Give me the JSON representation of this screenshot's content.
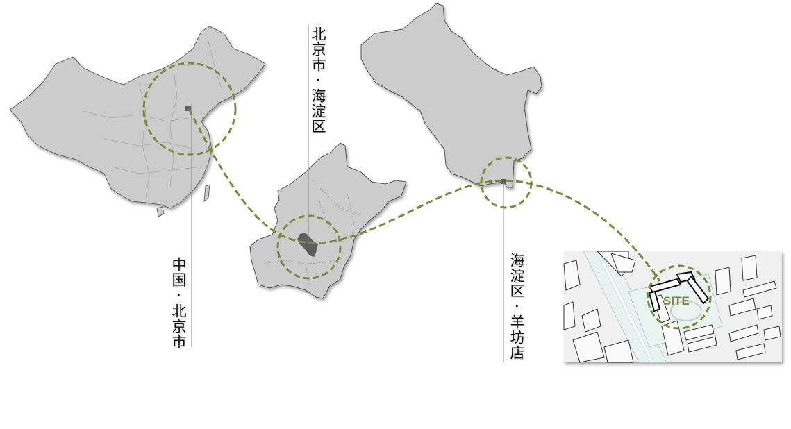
{
  "labels": {
    "china": "中国 · 北京市",
    "beijing": "北京市 · 海淀区",
    "haidian": "海淀区 · 羊坊店",
    "site": "SITE"
  },
  "colors": {
    "accent": "#7b8a3a",
    "map_fill": "#cccccc",
    "highlight": "#5e5e5e",
    "leader_line": "#888888"
  }
}
